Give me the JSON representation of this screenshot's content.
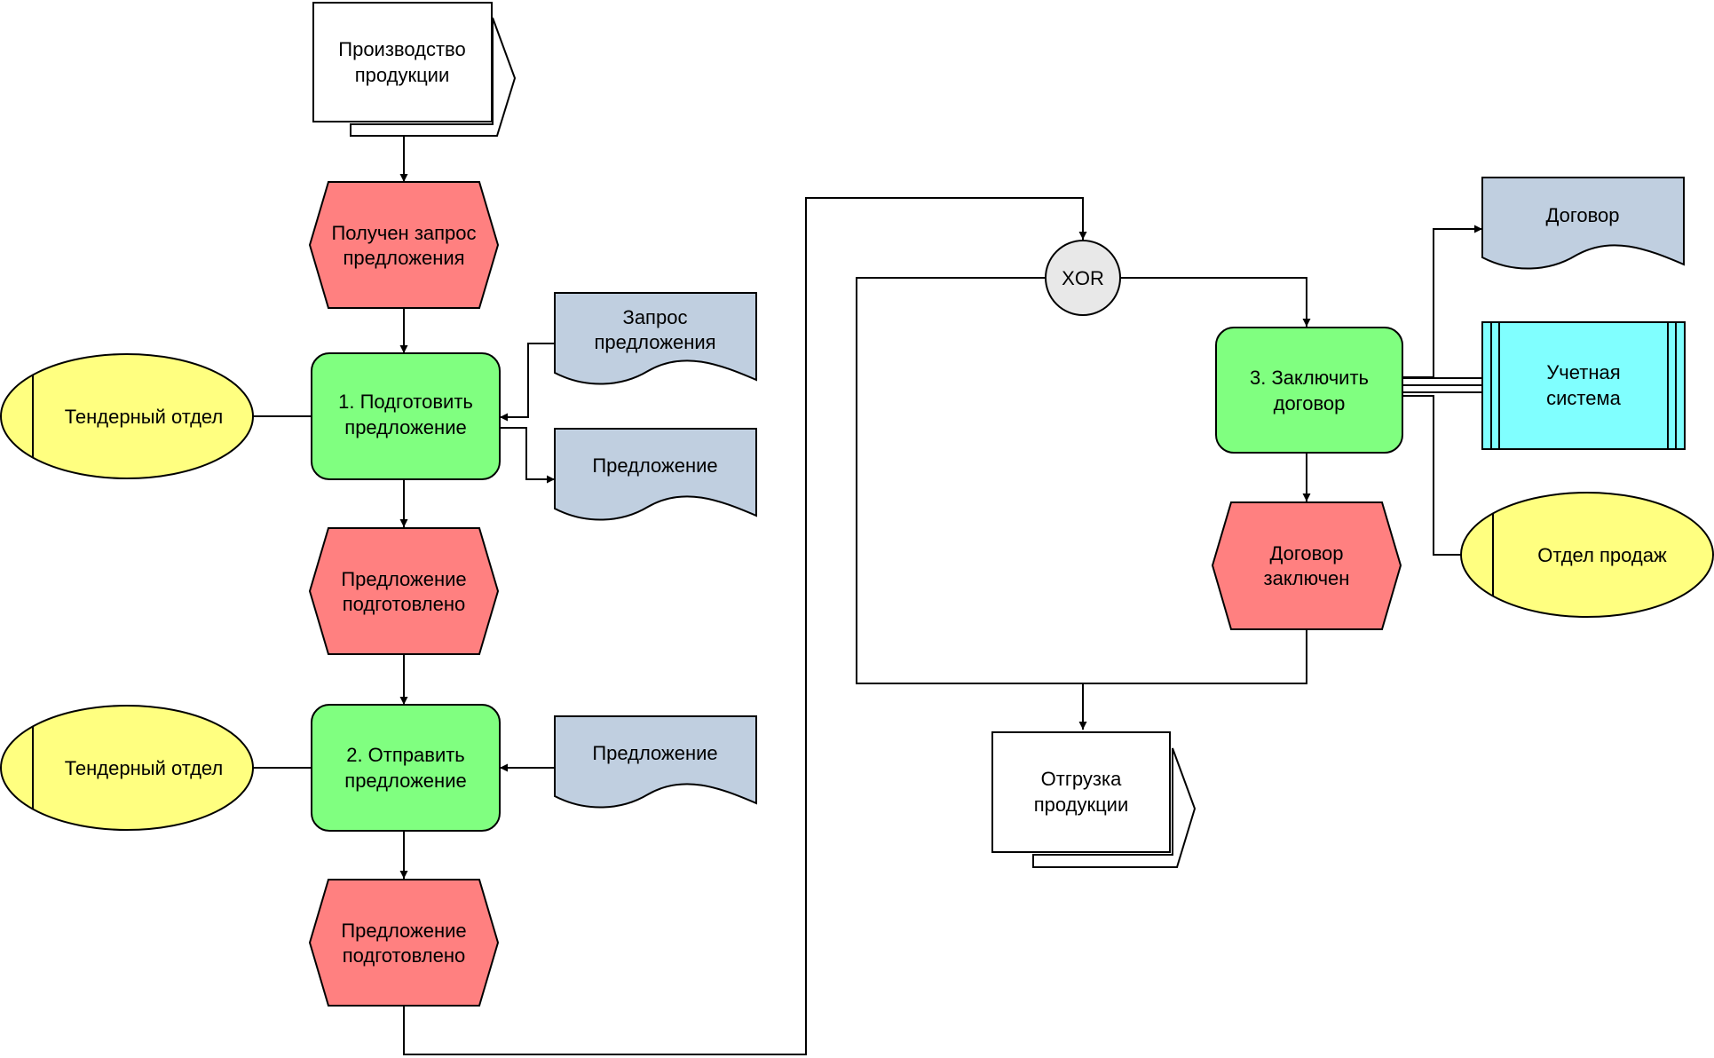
{
  "nodes": {
    "start_process": [
      "Производство",
      "продукции"
    ],
    "event_request_received": [
      "Получен запрос",
      "предложения"
    ],
    "doc_request": [
      "Запрос",
      "предложения"
    ],
    "org_tender_1": "Тендерный отдел",
    "func_prepare": [
      "1. Подготовить",
      "предложение"
    ],
    "doc_offer_1": "Предложение",
    "event_prepared_1": [
      "Предложение",
      "подготовлено"
    ],
    "org_tender_2": "Тендерный отдел",
    "func_send": [
      "2. Отправить",
      "предложение"
    ],
    "doc_offer_2": "Предложение",
    "event_prepared_2": [
      "Предложение",
      "подготовлено"
    ],
    "xor": "XOR",
    "func_contract": [
      "3. Заключить",
      "договор"
    ],
    "doc_contract": "Договор",
    "system_accounting": [
      "Учетная",
      "система"
    ],
    "org_sales": "Отдел продаж",
    "event_contract_signed": [
      "Договор",
      "заключен"
    ],
    "end_process": [
      "Отгрузка",
      "продукции"
    ]
  },
  "colors": {
    "event": "#ff8080",
    "function": "#80ff80",
    "document": "#c0cfe0",
    "organization": "#ffff80",
    "system": "#80ffff",
    "xor": "#e8e8e8",
    "interface": "#ffffff",
    "line": "#000000"
  }
}
